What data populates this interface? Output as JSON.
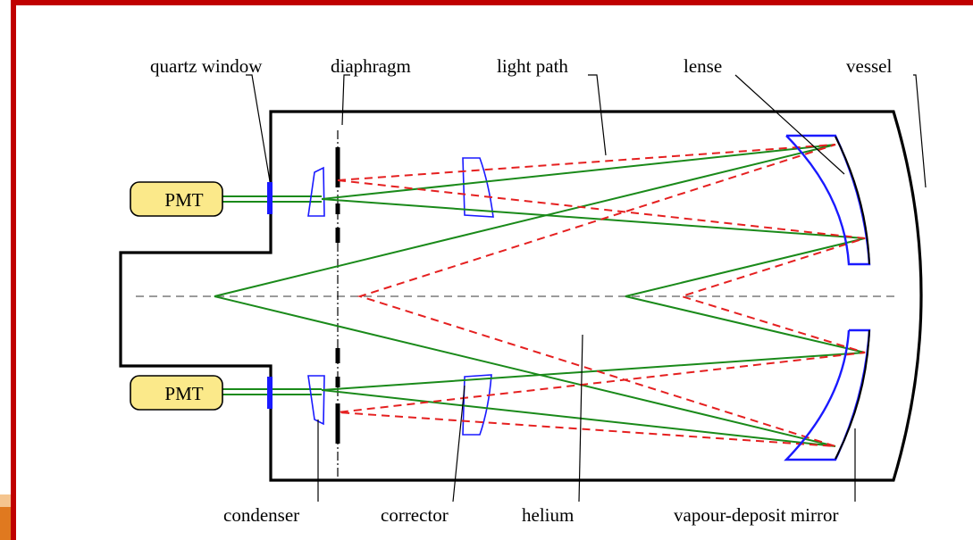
{
  "labels": {
    "quartz_window": "quartz window",
    "diaphragm": "diaphragm",
    "light_path": "light path",
    "lense": "lense",
    "vessel": "vessel",
    "condenser": "condenser",
    "corrector": "corrector",
    "helium": "helium",
    "vapour_deposit_mirror": "vapour-deposit mirror"
  },
  "pmt": {
    "top": "PMT",
    "bottom": "PMT"
  },
  "colors": {
    "frame_border": "#c00000",
    "accent": "#e0791f",
    "green_path": "#1a8a1a",
    "red_path": "#e52020",
    "optics_blue": "#1a1aff",
    "pmt_fill": "#fbe98a",
    "axis_gray": "#7a7a7a"
  }
}
